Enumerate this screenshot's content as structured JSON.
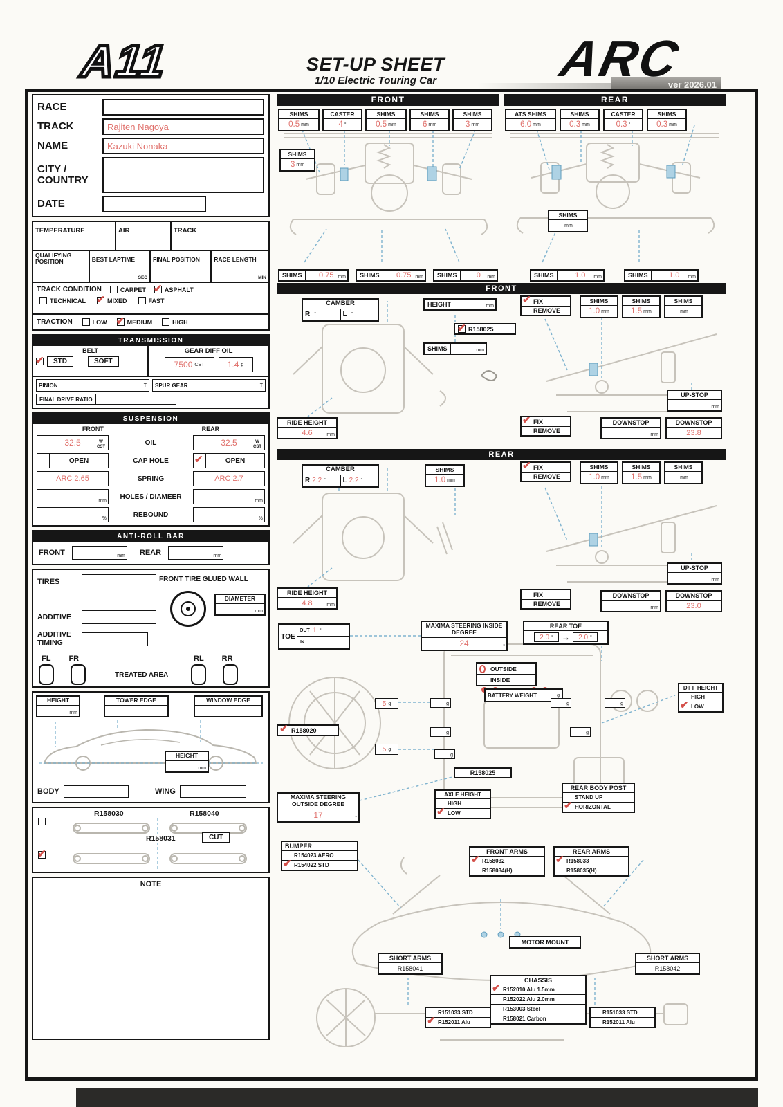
{
  "units": {
    "mm": "mm",
    "deg": "°",
    "g": "g",
    "T": "T",
    "cst": "CST",
    "sec": "SEC",
    "min": "MIN",
    "pct": "%",
    "wcst": "W CST"
  },
  "header": {
    "logo_left": "A11",
    "title": "SET-UP SHEET",
    "subtitle": "1/10 Electric Touring Car",
    "logo_right": "ARC",
    "version": "ver 2026.01"
  },
  "info": {
    "race_label": "RACE",
    "race_value": "",
    "track_label": "TRACK",
    "track_value": "Rajiten Nagoya",
    "name_label": "NAME",
    "name_value": "Kazuki Nonaka",
    "city_label": "CITY / COUNTRY",
    "city_value": "",
    "date_label": "DATE",
    "date_value": ""
  },
  "conditions": {
    "temperature_label": "TEMPERATURE",
    "air_label": "AIR",
    "track_label": "TRACK",
    "qualifying_label": "QUALIFYING POSITION",
    "best_laptime_label": "BEST LAPTIME",
    "final_position_label": "FINAL POSITION",
    "race_length_label": "RACE LENGTH",
    "track_condition_label": "TRACK CONDITION",
    "tc_options": [
      {
        "label": "CARPET",
        "checked": false
      },
      {
        "label": "ASPHALT",
        "checked": true
      },
      {
        "label": "TECHNICAL",
        "checked": false
      },
      {
        "label": "MIXED",
        "checked": true
      },
      {
        "label": "FAST",
        "checked": false
      }
    ],
    "traction_label": "TRACTION",
    "traction_options": [
      {
        "label": "LOW",
        "checked": false
      },
      {
        "label": "MEDIUM",
        "checked": true
      },
      {
        "label": "HIGH",
        "checked": false
      }
    ]
  },
  "transmission": {
    "title": "TRANSMISSION",
    "belt_label": "BELT",
    "belt_options": [
      {
        "label": "STD",
        "checked": true
      },
      {
        "label": "SOFT",
        "checked": false
      }
    ],
    "gear_diff_oil_label": "GEAR DIFF OIL",
    "oil_value": "7500",
    "oil_weight": "1.4",
    "pinion_label": "PINION",
    "pinion_value": "",
    "spur_label": "SPUR GEAR",
    "spur_value": "",
    "final_drive_label": "FINAL DRIVE RATIO",
    "final_drive_value": ""
  },
  "suspension": {
    "title": "SUSPENSION",
    "front_label": "FRONT",
    "rear_label": "REAR",
    "oil_label": "OIL",
    "oil_front": "32.5",
    "oil_rear": "32.5",
    "cap_hole_label": "CAP HOLE",
    "open_label": "OPEN",
    "cap_front_checked": false,
    "cap_rear_checked": true,
    "spring_label": "SPRING",
    "spring_front": "ARC 2.65",
    "spring_rear": "ARC 2.7",
    "holes_label": "HOLES / DIAMEER",
    "holes_front": "",
    "holes_rear": "",
    "rebound_label": "REBOUND",
    "rebound_front": "",
    "rebound_rear": ""
  },
  "anti_roll_bar": {
    "title": "ANTI-ROLL BAR",
    "front_label": "FRONT",
    "front_value": "",
    "rear_label": "REAR",
    "rear_value": ""
  },
  "tires": {
    "tires_label": "TIRES",
    "tires_value": "",
    "glued_label": "FRONT TIRE GLUED WALL",
    "additive_label": "ADDITIVE",
    "additive_value": "",
    "diameter_label": "DIAMETER",
    "diameter_value": "",
    "timing_label": "ADDITIVE TIMING",
    "timing_value": "",
    "fl": "FL",
    "fr": "FR",
    "rl": "RL",
    "rr": "RR",
    "treated_label": "TREATED AREA"
  },
  "body_section": {
    "height_label": "HEIGHT",
    "height_value": "",
    "tower_label": "TOWER EDGE",
    "tower_value": "",
    "window_label": "WINDOW EDGE",
    "window_value": "",
    "height2_label": "HEIGHT",
    "height2_value": "",
    "body_label": "BODY",
    "body_value": "",
    "wing_label": "WING",
    "wing_value": ""
  },
  "arms_section": {
    "part_top_left": "R158030",
    "part_top_right": "R158040",
    "part_bottom": "R158031",
    "cut_label": "CUT",
    "top_checked": false,
    "bottom_checked": true
  },
  "note": {
    "title": "NOTE"
  },
  "top_diagram": {
    "front_title": "FRONT",
    "rear_title": "REAR",
    "f_top": [
      {
        "label": "SHIMS",
        "value": "0.5"
      },
      {
        "label": "CASTER",
        "value": "4"
      },
      {
        "label": "SHIMS",
        "value": "0.5"
      },
      {
        "label": "SHIMS",
        "value": "6"
      },
      {
        "label": "SHIMS",
        "value": "3"
      }
    ],
    "f_side": {
      "label": "SHIMS",
      "value": "3"
    },
    "f_bottom": [
      {
        "label": "SHIMS",
        "value": "0.75"
      },
      {
        "label": "SHIMS",
        "value": "0.75"
      },
      {
        "label": "SHIMS",
        "value": "0"
      }
    ],
    "r_top": [
      {
        "label": "ATS SHIMS",
        "value": "6.0"
      },
      {
        "label": "SHIMS",
        "value": "0.3"
      },
      {
        "label": "CASTER",
        "value": "0.3"
      },
      {
        "label": "SHIMS",
        "value": "0.3"
      }
    ],
    "r_side": {
      "label": "SHIMS",
      "value": ""
    },
    "r_bottom": [
      {
        "label": "SHIMS",
        "value": "1.0"
      },
      {
        "label": "SHIMS",
        "value": "1.0"
      }
    ]
  },
  "front_section": {
    "title": "FRONT",
    "camber_label": "CAMBER",
    "camber_r_label": "R",
    "camber_r": "",
    "camber_l_label": "L",
    "camber_l": "",
    "height_label": "HEIGHT",
    "height_value": "",
    "part_label": "R158025",
    "part_checked": true,
    "shims_label": "SHIMS",
    "shims_value": "",
    "fix_label": "FIX",
    "remove_label": "REMOVE",
    "fix_top_checked": true,
    "shims_row": [
      {
        "label": "SHIMS",
        "value": "1.0"
      },
      {
        "label": "SHIMS",
        "value": "1.5"
      },
      {
        "label": "SHIMS",
        "value": ""
      }
    ],
    "upstop_label": "UP-STOP",
    "ride_height_label": "RIDE HEIGHT",
    "ride_height": "4.6",
    "fix_bottom_checked": true,
    "downstop_label": "DOWNSTOP",
    "downstop1": "",
    "downstop2": "23.8"
  },
  "rear_section": {
    "title": "REAR",
    "camber_label": "CAMBER",
    "camber_r_label": "R",
    "camber_r": "2.2",
    "camber_l_label": "L",
    "camber_l": "2.2",
    "shims_label": "SHIMS",
    "shims_value": "1.0",
    "fix_label": "FIX",
    "remove_label": "REMOVE",
    "fix_top_checked": true,
    "shims_row": [
      {
        "label": "SHIMS",
        "value": "1.0"
      },
      {
        "label": "SHIMS",
        "value": "1.5"
      },
      {
        "label": "SHIMS",
        "value": ""
      }
    ],
    "upstop_label": "UP-STOP",
    "ride_height_label": "RIDE HEIGHT",
    "ride_height": "4.8",
    "fix_bottom_checked": false,
    "downstop_label": "DOWNSTOP",
    "downstop1": "",
    "downstop2": "23.0"
  },
  "steering": {
    "toe_label": "TOE",
    "out_label": "OUT",
    "out_value": "1",
    "in_label": "IN",
    "in_value": "",
    "maxima_inside_label": "MAXIMA STEERING INSIDE DEGREE",
    "maxima_inside": "24",
    "rear_toe_label": "REAR TOE",
    "rear_toe_from": "2.0",
    "arrow": "→",
    "rear_toe_to": "2.0",
    "outside_label": "OUTSIDE",
    "inside_label": "INSIDE",
    "outside_marked": true,
    "battery_label": "BATTERY WEIGHT",
    "battery_value": "",
    "diff_height_label": "DIFF HEIGHT",
    "high_label": "HIGH",
    "low_label": "LOW",
    "diff_low_checked": true,
    "part1_label": "R158020",
    "part1_checked": true,
    "weight1": "5",
    "weight2": "5",
    "part2_label": "R158025",
    "maxima_outside_label": "MAXIMA STEERING OUTSIDE DEGREE",
    "maxima_outside": "17",
    "axle_label": "AXLE HEIGHT",
    "axle_low_checked": true,
    "rbp_label": "REAR BODY POST",
    "standup_label": "STAND UP",
    "horizontal_label": "HORIZONTAL",
    "horizontal_checked": true
  },
  "bottom": {
    "bumper_label": "BUMPER",
    "bumper_options": [
      {
        "label": "R154023 AERO",
        "checked": false
      },
      {
        "label": "R154022 STD",
        "checked": true
      }
    ],
    "front_arms_label": "FRONT ARMS",
    "front_arms_options": [
      {
        "label": "R158032",
        "checked": true
      },
      {
        "label": "R158034(H)",
        "checked": false
      }
    ],
    "rear_arms_label": "REAR ARMS",
    "rear_arms_options": [
      {
        "label": "R158033",
        "checked": true
      },
      {
        "label": "R158035(H)",
        "checked": false
      }
    ],
    "motor_mount_label": "MOTOR MOUNT",
    "short_arms_label_left": "SHORT ARMS",
    "short_arms_left": "R158041",
    "short_arms_label_right": "SHORT ARMS",
    "short_arms_right": "R158042",
    "chassis_label": "CHASSIS",
    "chassis_options": [
      {
        "label": "R152010  Alu 1.5mm",
        "checked": true
      },
      {
        "label": "R152022  Alu 2.0mm",
        "checked": false
      },
      {
        "label": "R153003  Steel",
        "checked": false
      },
      {
        "label": "R158021 Carbon",
        "checked": false
      }
    ],
    "left_parts": [
      {
        "label": "R151033 STD",
        "checked": false
      },
      {
        "label": "R152011 Alu",
        "checked": true
      }
    ],
    "right_parts": [
      {
        "label": "R151033 STD",
        "checked": false
      },
      {
        "label": "R152011 Alu",
        "checked": false
      }
    ]
  }
}
